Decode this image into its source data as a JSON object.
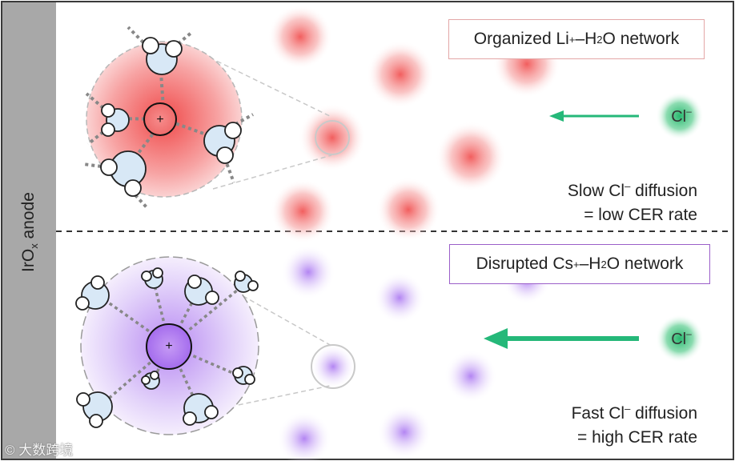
{
  "top_panel": {
    "label_main": "Organized Li",
    "label_sup": "+",
    "label_mid": "–H",
    "label_sub": "2",
    "label_end": "O network",
    "ion_charge": "+",
    "chloride": "Cl",
    "chloride_charge": "–",
    "caption_line1_pre": "Slow Cl",
    "caption_line1_sup": "–",
    "caption_line1_post": " diffusion",
    "caption_line2": "= low CER rate",
    "accent": "#f26d6d"
  },
  "bottom_panel": {
    "label_main": "Disrupted Cs",
    "label_sup": "+",
    "label_mid": "–H",
    "label_sub": "2",
    "label_end": "O network",
    "ion_charge": "+",
    "chloride": "Cl",
    "chloride_charge": "–",
    "caption_line1_pre": "Fast Cl",
    "caption_line1_sup": "–",
    "caption_line1_post": " diffusion",
    "caption_line2": "= high CER rate",
    "accent": "#a06ae8"
  },
  "anode": {
    "label_pre": "IrO",
    "label_sub": "x",
    "label_post": " anode"
  },
  "watermark": "© 大数跨境",
  "colors": {
    "chloride_green": "#27b86e",
    "arrow_green": "#25b879",
    "water": "#d8e8f6",
    "anode_bar": "#a8a8a8"
  }
}
